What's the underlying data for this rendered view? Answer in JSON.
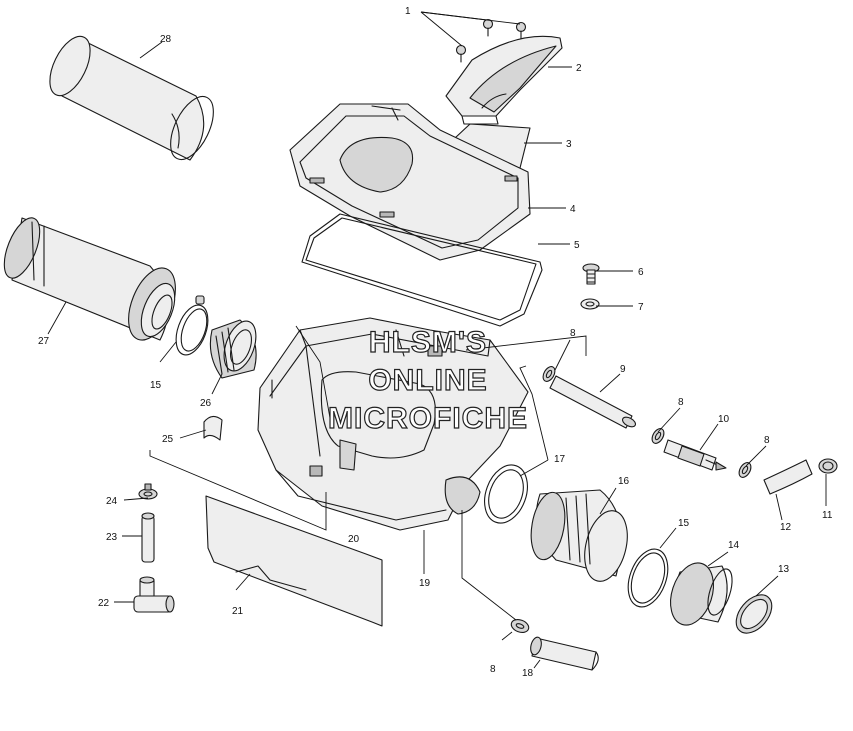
{
  "watermark": {
    "line1": "HLSM'S",
    "line2": "ONLINE",
    "line3": "MICROFICHE"
  },
  "callouts": {
    "c1": "1",
    "c2": "2",
    "c3": "3",
    "c4": "4",
    "c5": "5",
    "c6": "6",
    "c7": "7",
    "c8a": "8",
    "c8b": "8",
    "c8c": "8",
    "c8d": "8",
    "c9": "9",
    "c10": "10",
    "c11": "11",
    "c12": "12",
    "c13": "13",
    "c14": "14",
    "c15a": "15",
    "c15b": "15",
    "c16": "16",
    "c17": "17",
    "c18": "18",
    "c19": "19",
    "c20": "20",
    "c21": "21",
    "c22": "22",
    "c23": "23",
    "c24": "24",
    "c25": "25",
    "c26": "26",
    "c27": "27",
    "c28": "28"
  }
}
